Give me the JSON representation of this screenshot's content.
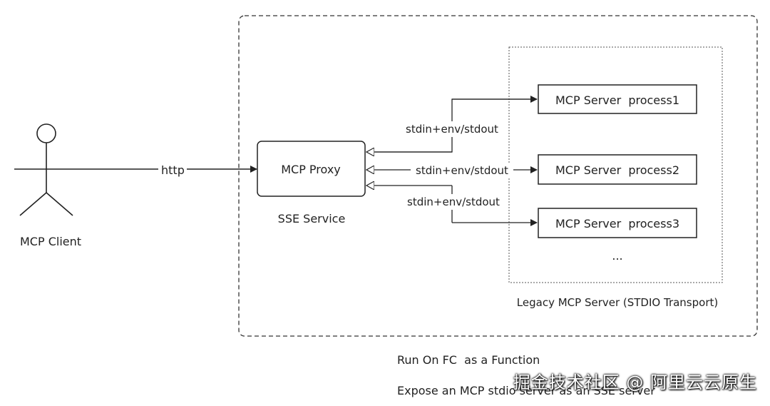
{
  "client": {
    "label": "MCP Client"
  },
  "http_label": "http",
  "proxy": {
    "label": "MCP Proxy",
    "caption": "SSE Service"
  },
  "servers": [
    {
      "label": "MCP Server  process1"
    },
    {
      "label": "MCP Server  process2"
    },
    {
      "label": "MCP Server  process3"
    }
  ],
  "ellipsis": "...",
  "edge_labels": [
    "stdin+env/stdout",
    "stdin+env/stdout",
    "stdin+env/stdout"
  ],
  "legacy_caption": "Legacy MCP Server (STDIO Transport)",
  "footer": {
    "line1": "Run On FC  as a Function",
    "line2": "Expose an MCP stdio server as an SSE server"
  },
  "watermark": "掘金技术社区 @ 阿里云云原生"
}
